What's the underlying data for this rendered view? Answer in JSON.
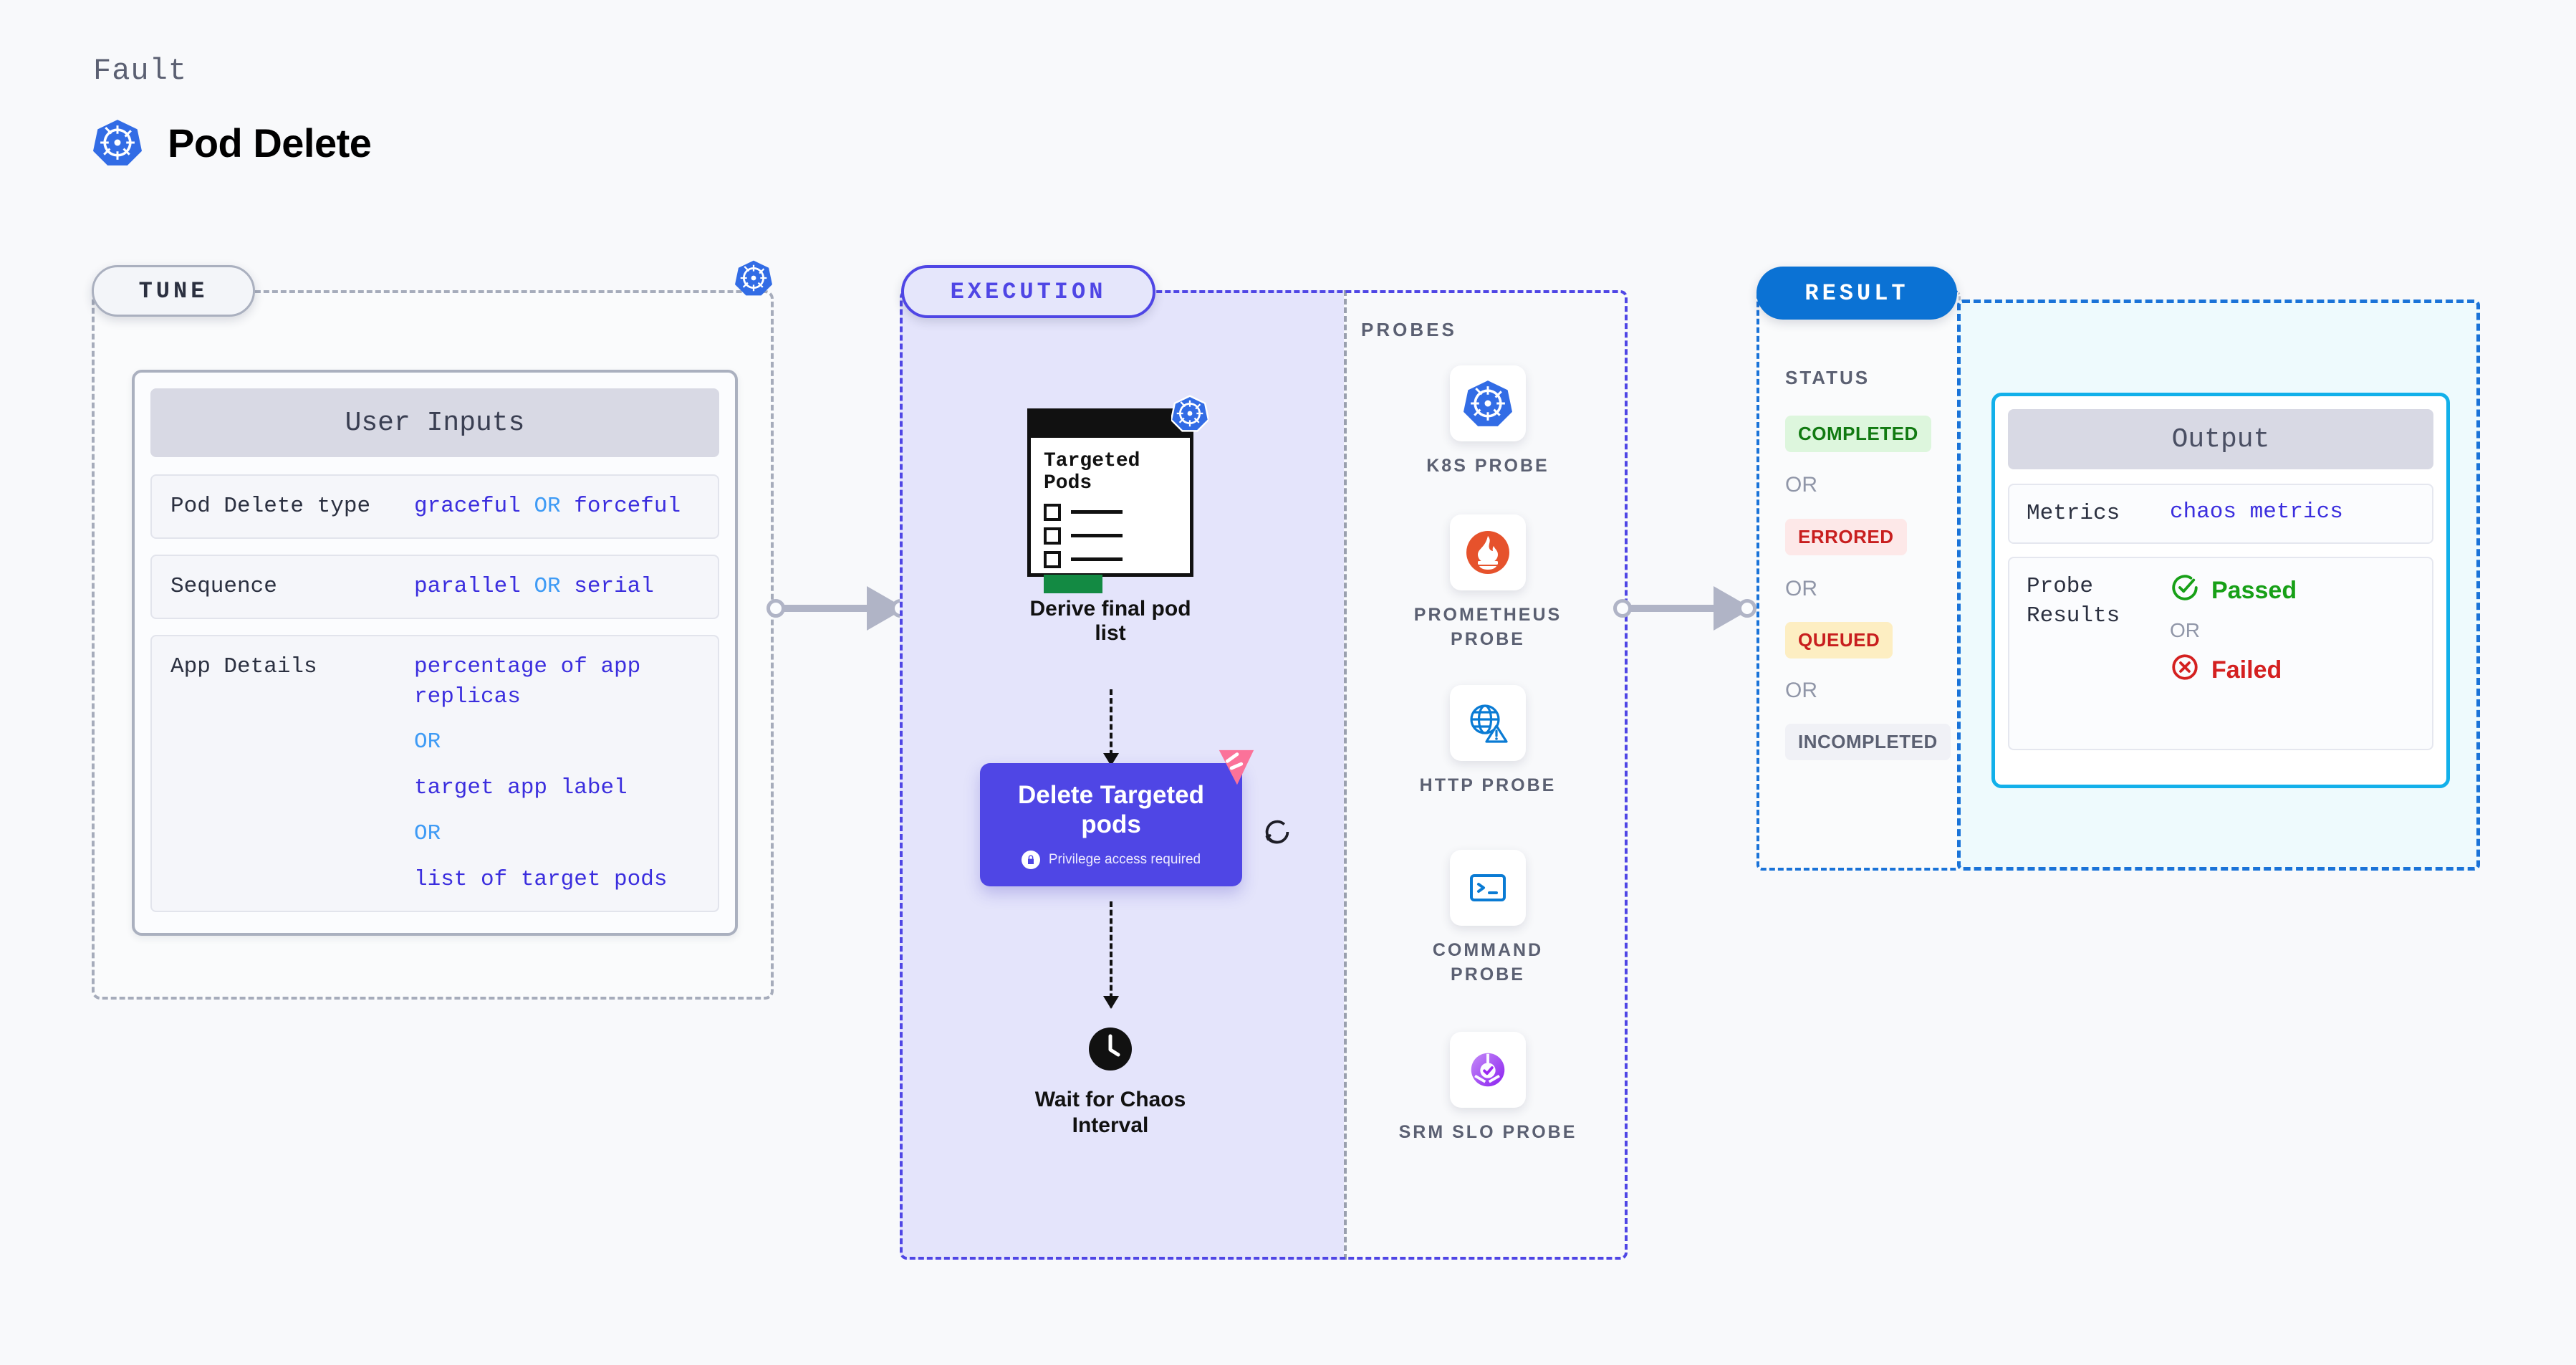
{
  "header": {
    "fault_label": "Fault",
    "title": "Pod Delete",
    "icon": "kubernetes-icon"
  },
  "tune": {
    "tag": "TUNE",
    "card_title": "User Inputs",
    "border_icon": "kubernetes-icon",
    "rows": [
      {
        "label": "Pod Delete type",
        "values": [
          "graceful",
          "forceful"
        ],
        "separator": "OR",
        "layout": "inline"
      },
      {
        "label": "Sequence",
        "values": [
          "parallel",
          "serial"
        ],
        "separator": "OR",
        "layout": "inline"
      },
      {
        "label": "App Details",
        "values": [
          "percentage of app replicas",
          "target app label",
          "list of target pods"
        ],
        "separator": "OR",
        "layout": "stacked"
      }
    ]
  },
  "execution": {
    "tag": "EXECUTION",
    "nodes": [
      {
        "kind": "card",
        "card_title": "Targeted Pods",
        "badge_icon": "kubernetes-icon",
        "checklist_count": 3,
        "progress_color": "#138a43",
        "label": "Derive final pod list"
      },
      {
        "kind": "action",
        "label": "Delete Targeted pods",
        "sub_label": "Privilege access required",
        "sub_icon": "lock-icon",
        "badge_icon": "litmus-icon",
        "side_icon": "retry-icon",
        "color": "#4f46e5"
      },
      {
        "kind": "wait",
        "icon": "clock-icon",
        "label": "Wait for Chaos Interval"
      }
    ]
  },
  "probes": {
    "title": "PROBES",
    "items": [
      {
        "label": "K8S PROBE",
        "icon": "kubernetes-icon"
      },
      {
        "label": "PROMETHEUS PROBE",
        "icon": "prometheus-icon"
      },
      {
        "label": "HTTP PROBE",
        "icon": "globe-warning-icon"
      },
      {
        "label": "COMMAND PROBE",
        "icon": "terminal-icon"
      },
      {
        "label": "SRM SLO PROBE",
        "icon": "srm-slo-icon"
      }
    ]
  },
  "result": {
    "tag": "RESULT",
    "status_title": "STATUS",
    "or_label": "OR",
    "statuses": [
      {
        "label": "COMPLETED",
        "bg": "#ddf6dd",
        "fg": "#117a11"
      },
      {
        "label": "ERRORED",
        "bg": "#fde8e8",
        "fg": "#c81e1e"
      },
      {
        "label": "QUEUED",
        "bg": "#fdeec2",
        "fg": "#c81e1e"
      },
      {
        "label": "INCOMPLETED",
        "bg": "#f0f1f6",
        "fg": "#5b6072"
      }
    ],
    "output": {
      "header": "Output",
      "metrics_label": "Metrics",
      "metrics_value": "chaos metrics",
      "probe_results_label": "Probe Results",
      "passed_label": "Passed",
      "failed_label": "Failed",
      "or_label": "OR",
      "passed_icon": "check-circle-icon",
      "failed_icon": "x-circle-icon"
    }
  },
  "colors": {
    "accent_purple": "#4f46e5",
    "accent_blue": "#0b72d4",
    "accent_cyan": "#12b0ea",
    "value_blue": "#3b2ede",
    "or_blue": "#3f9bf5",
    "k8s_blue": "#326ce5",
    "litmus_pink": "#fb7299"
  }
}
